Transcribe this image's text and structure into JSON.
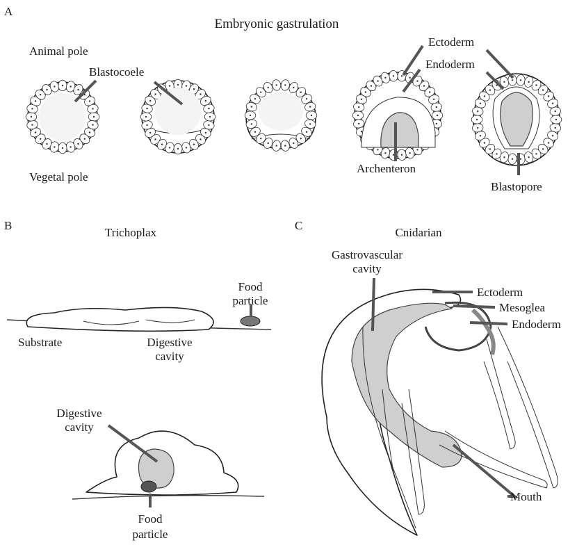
{
  "panels": {
    "a": {
      "letter": "A",
      "title": "Embryonic gastrulation",
      "labels": {
        "animal_pole": "Animal pole",
        "vegetal_pole": "Vegetal pole",
        "blastocoele": "Blastocoele",
        "ectoderm": "Ectoderm",
        "endoderm": "Endoderm",
        "archenteron": "Archenteron",
        "blastopore": "Blastopore"
      }
    },
    "b": {
      "letter": "B",
      "title": "Trichoplax",
      "labels": {
        "food_particle_1": "Food",
        "food_particle_2": "particle",
        "substrate": "Substrate",
        "digestive_cavity_1": "Digestive",
        "digestive_cavity_2": "cavity",
        "digestive_cavity_top_1": "Digestive",
        "digestive_cavity_top_2": "cavity",
        "food_particle_bottom_1": "Food",
        "food_particle_bottom_2": "particle"
      }
    },
    "c": {
      "letter": "C",
      "title": "Cnidarian",
      "labels": {
        "gastrovascular_1": "Gastrovascular",
        "gastrovascular_2": "cavity",
        "ectoderm": "Ectoderm",
        "mesoglea": "Mesoglea",
        "endoderm": "Endoderm",
        "mouth": "Mouth"
      }
    }
  },
  "colors": {
    "leader": "#555555",
    "cavity_fill": "#cfcfcf",
    "outline": "#222222"
  }
}
